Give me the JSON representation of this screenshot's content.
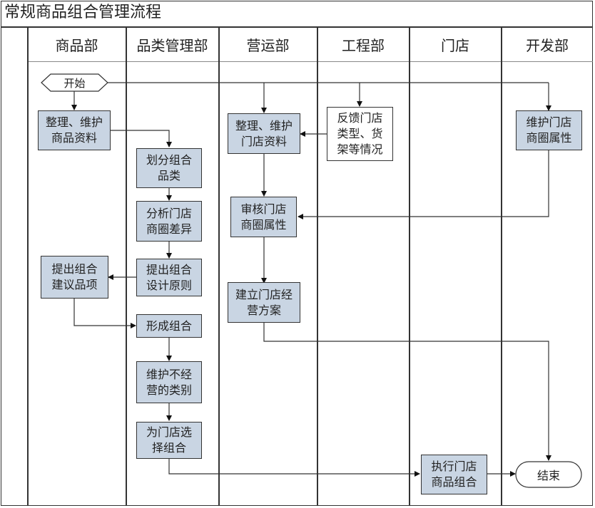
{
  "title": "常规商品组合管理流程",
  "lanes": [
    {
      "label": "商品部"
    },
    {
      "label": "品类管理部"
    },
    {
      "label": "营运部"
    },
    {
      "label": "工程部"
    },
    {
      "label": "门店"
    },
    {
      "label": "开发部"
    }
  ],
  "nodes": {
    "start": "开始",
    "end": "结束",
    "maintain_product_info": "整理、维护\n商品资料",
    "divide_categories": "划分组合\n品类",
    "analyze_trade_area": "分析门店\n商圈差异",
    "propose_design_principles": "提出组合\n设计原则",
    "propose_suggested_items": "提出组合\n建议品项",
    "form_assortment": "形成组合",
    "maintain_excluded_categories": "维护不经\n营的类别",
    "select_store_assortment": "为门店选\n择组合",
    "maintain_store_info": "整理、维护\n门店资料",
    "feedback_store_type": "反馈门店\n类型、货\n架等情况",
    "review_trade_area": "审核门店\n商圈属性",
    "build_operation_plan": "建立门店经\n营方案",
    "maintain_trade_area_attr": "维护门店\n商圈属性",
    "execute_store_assortment": "执行门店\n商品组合"
  },
  "colors": {
    "process_fill": "#c9d5e3",
    "line": "#333333"
  }
}
